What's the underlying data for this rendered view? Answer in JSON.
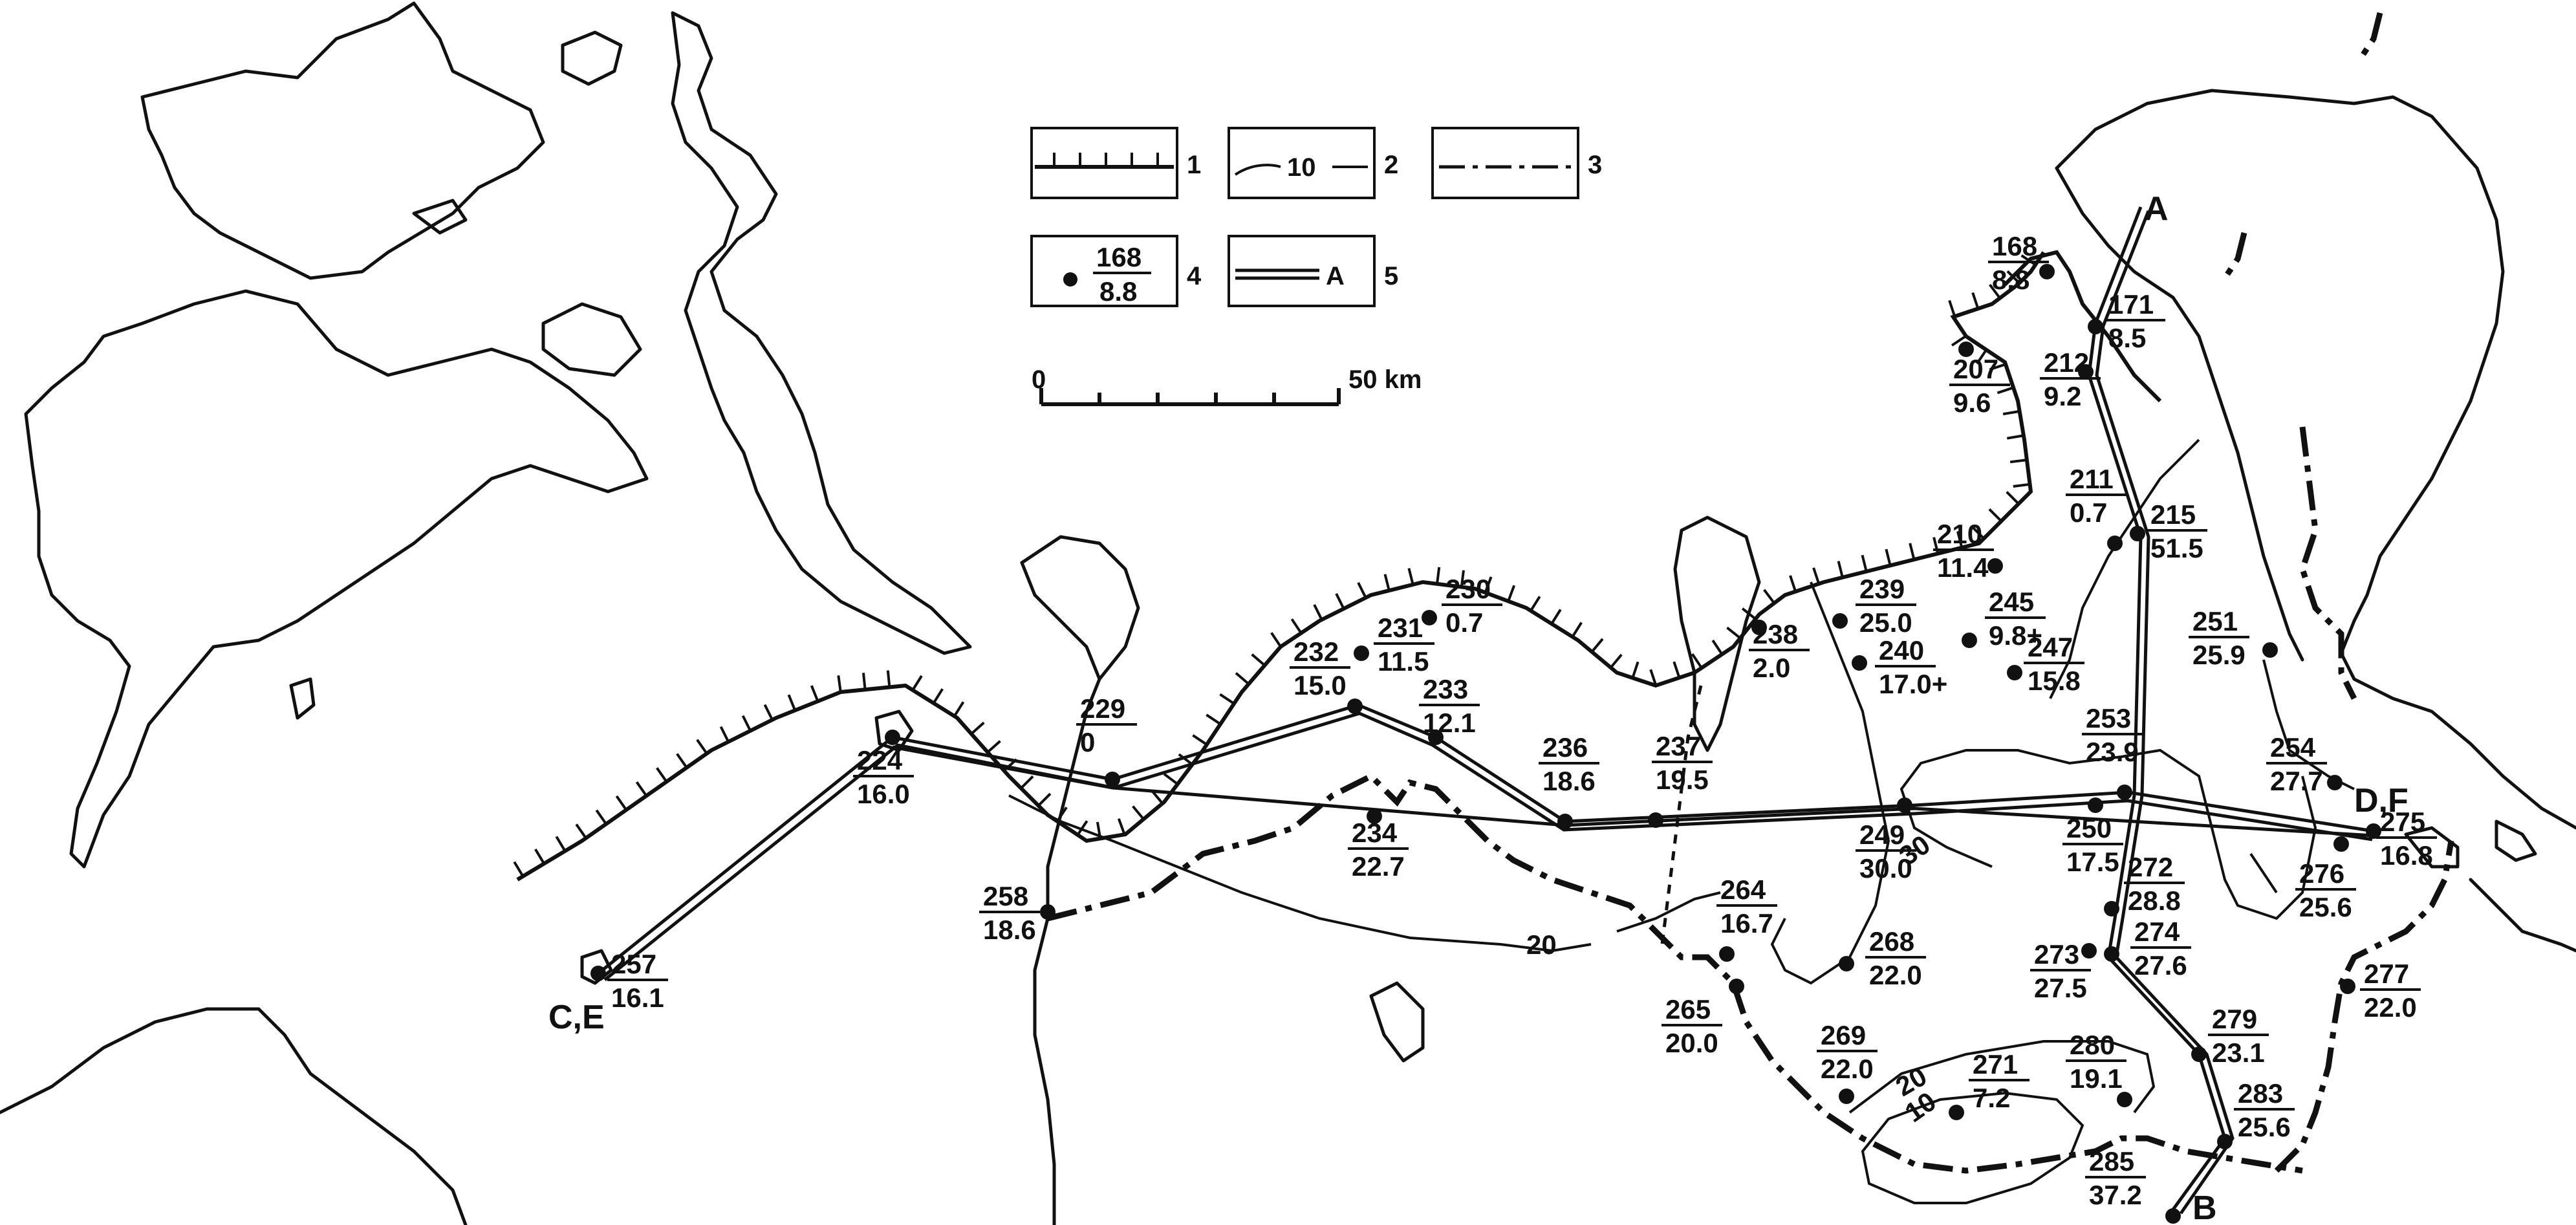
{
  "legend": {
    "items": [
      {
        "num": "1"
      },
      {
        "num": "2",
        "sample": "10"
      },
      {
        "num": "3"
      },
      {
        "num": "4",
        "top": "168",
        "bottom": "8.8"
      },
      {
        "num": "5",
        "letter": "A"
      }
    ]
  },
  "scale": {
    "start": "0",
    "end": "50 km"
  },
  "isolines": [
    "20",
    "30",
    "20",
    "10"
  ],
  "profile_endpoints": [
    {
      "id": "A",
      "label": "A"
    },
    {
      "id": "B",
      "label": "B"
    },
    {
      "id": "CE",
      "label": "C,E"
    },
    {
      "id": "DF",
      "label": "D,F"
    }
  ],
  "stations": [
    {
      "id": "168",
      "value": "8.8"
    },
    {
      "id": "171",
      "value": "8.5"
    },
    {
      "id": "207",
      "value": "9.6"
    },
    {
      "id": "212",
      "value": "9.2"
    },
    {
      "id": "211",
      "value": "0.7"
    },
    {
      "id": "210",
      "value": "11.4"
    },
    {
      "id": "215",
      "value": "51.5"
    },
    {
      "id": "230",
      "value": "0.7"
    },
    {
      "id": "231",
      "value": "11.5"
    },
    {
      "id": "232",
      "value": "15.0"
    },
    {
      "id": "233",
      "value": "12.1"
    },
    {
      "id": "229",
      "value": "0"
    },
    {
      "id": "224",
      "value": "16.0"
    },
    {
      "id": "239",
      "value": "25.0"
    },
    {
      "id": "238",
      "value": "2.0"
    },
    {
      "id": "245",
      "value": "9.8+"
    },
    {
      "id": "240",
      "value": "17.0+"
    },
    {
      "id": "247",
      "value": "15.8"
    },
    {
      "id": "251",
      "value": "25.9"
    },
    {
      "id": "236",
      "value": "18.6"
    },
    {
      "id": "237",
      "value": "19.5"
    },
    {
      "id": "253",
      "value": "23.9"
    },
    {
      "id": "254",
      "value": "27.7"
    },
    {
      "id": "234",
      "value": "22.7"
    },
    {
      "id": "249",
      "value": "30.0"
    },
    {
      "id": "250",
      "value": "17.5"
    },
    {
      "id": "275",
      "value": "16.8"
    },
    {
      "id": "258",
      "value": "18.6"
    },
    {
      "id": "264",
      "value": "16.7"
    },
    {
      "id": "272",
      "value": "28.8"
    },
    {
      "id": "276",
      "value": "25.6"
    },
    {
      "id": "257",
      "value": "16.1"
    },
    {
      "id": "265",
      "value": "20.0"
    },
    {
      "id": "268",
      "value": "22.0"
    },
    {
      "id": "273",
      "value": "27.5"
    },
    {
      "id": "274",
      "value": "27.6"
    },
    {
      "id": "277",
      "value": "22.0"
    },
    {
      "id": "269",
      "value": "22.0"
    },
    {
      "id": "280",
      "value": "19.1"
    },
    {
      "id": "279",
      "value": "23.1"
    },
    {
      "id": "271",
      "value": "7.2"
    },
    {
      "id": "283",
      "value": "25.6"
    },
    {
      "id": "285",
      "value": "37.2"
    }
  ]
}
